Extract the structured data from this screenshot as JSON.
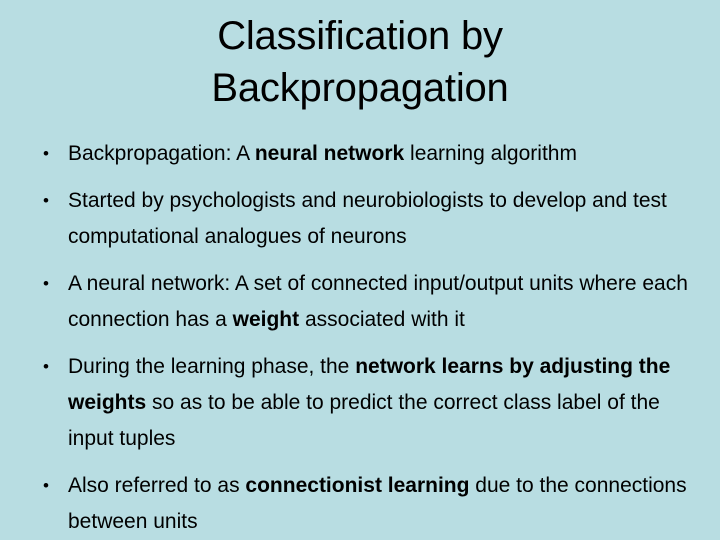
{
  "slide": {
    "background_color": "#b8dde2",
    "text_color": "#000000",
    "title": {
      "line1": "Classification by",
      "line2": "Backpropagation"
    },
    "bullet_marker": "•",
    "bullets": [
      {
        "marker": "•",
        "segments": [
          {
            "text": "Backpropagation: A ",
            "bold": false
          },
          {
            "text": "neural network",
            "bold": true
          },
          {
            "text": " learning algorithm",
            "bold": false
          }
        ],
        "plain": "Backpropagation: A neural network learning algorithm"
      },
      {
        "marker": "•",
        "segments": [
          {
            "text": "Started by psychologists and neurobiologists to develop and test computational analogues of neurons",
            "bold": false
          }
        ],
        "plain": "Started by psychologists and neurobiologists to develop and test computational analogues of neurons"
      },
      {
        "marker": "•",
        "segments": [
          {
            "text": "A neural network: A set of connected input/output units where each connection has a ",
            "bold": false
          },
          {
            "text": "weight",
            "bold": true
          },
          {
            "text": " associated with it",
            "bold": false
          }
        ],
        "plain": "A neural network: A set of connected input/output units where each connection has a weight associated with it"
      },
      {
        "marker": "•",
        "segments": [
          {
            "text": "During the learning phase, the ",
            "bold": false
          },
          {
            "text": "network learns by adjusting the weights",
            "bold": true
          },
          {
            "text": " so as to be able to predict the correct class label of the input tuples",
            "bold": false
          }
        ],
        "plain": "During the learning phase, the network learns by adjusting the weights so as to be able to predict the correct class label of the input tuples"
      },
      {
        "marker": "•",
        "segments": [
          {
            "text": "Also referred to as ",
            "bold": false
          },
          {
            "text": "connectionist learning",
            "bold": true
          },
          {
            "text": " due to the connections between units",
            "bold": false
          }
        ],
        "plain": "Also referred to as connectionist learning due to the connections between units"
      }
    ]
  }
}
